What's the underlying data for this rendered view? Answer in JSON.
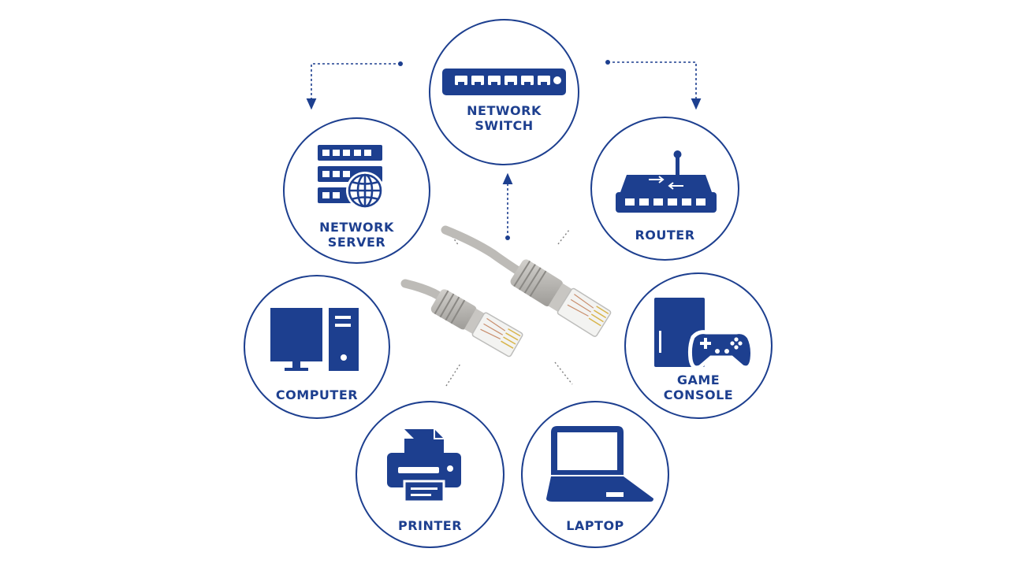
{
  "colors": {
    "accent": "#1d3f8f",
    "cable": "#b9b7b3",
    "background": "#ffffff"
  },
  "nodes": {
    "switch": {
      "lines": [
        "NETWORK",
        "SWITCH"
      ],
      "icon": "network-switch-icon"
    },
    "server": {
      "lines": [
        "NETWORK",
        "SERVER"
      ],
      "icon": "server-rack-globe-icon"
    },
    "router": {
      "lines": [
        "ROUTER"
      ],
      "icon": "router-icon"
    },
    "computer": {
      "lines": [
        "COMPUTER"
      ],
      "icon": "desktop-computer-icon"
    },
    "console": {
      "lines": [
        "GAME",
        "CONSOLE"
      ],
      "icon": "game-console-icon"
    },
    "printer": {
      "lines": [
        "PRINTER"
      ],
      "icon": "printer-icon"
    },
    "laptop": {
      "lines": [
        "LAPTOP"
      ],
      "icon": "laptop-icon"
    }
  },
  "center": {
    "icon": "ethernet-cable-icon"
  }
}
